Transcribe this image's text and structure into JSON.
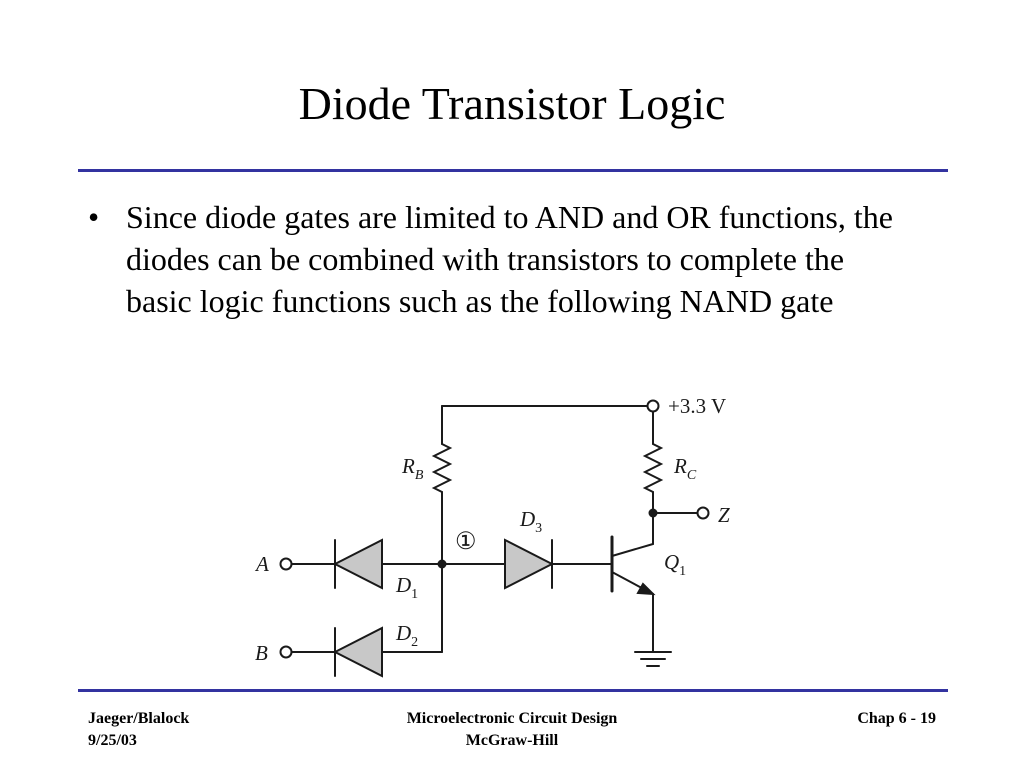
{
  "slide": {
    "title": "Diode Transistor Logic",
    "bullet": "Since diode gates are limited to AND and OR functions, the diodes can be combined with transistors to complete the basic logic functions such as the following NAND gate"
  },
  "circuit": {
    "supply": "+3.3 V",
    "input_a": "A",
    "input_b": "B",
    "output": "Z",
    "node": "①",
    "rb": {
      "main": "R",
      "sub": "B"
    },
    "rc": {
      "main": "R",
      "sub": "C"
    },
    "d1": {
      "main": "D",
      "sub": "1"
    },
    "d2": {
      "main": "D",
      "sub": "2"
    },
    "d3": {
      "main": "D",
      "sub": "3"
    },
    "q1": {
      "main": "Q",
      "sub": "1"
    }
  },
  "footer": {
    "left_line1": "Jaeger/Blalock",
    "left_line2": "9/25/03",
    "center_line1": "Microelectronic Circuit Design",
    "center_line2": "McGraw-Hill",
    "right": "Chap 6 - 19"
  },
  "colors": {
    "rule": "#3333a0",
    "diode_fill": "#c8c8c8"
  }
}
